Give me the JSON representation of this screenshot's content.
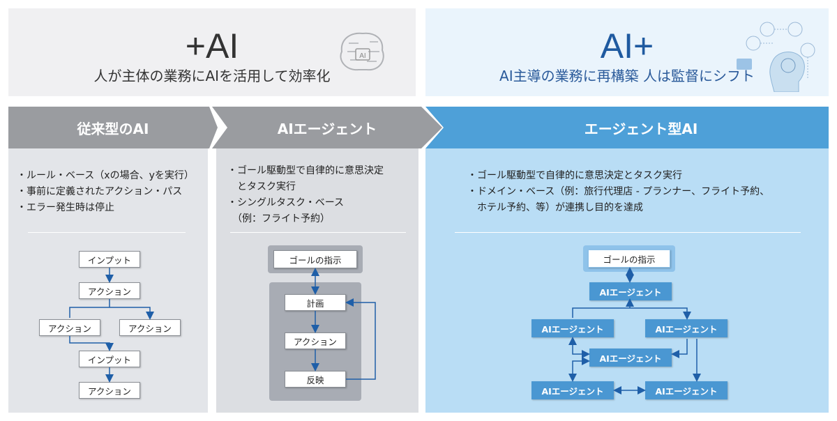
{
  "top_left": {
    "title": "+AI",
    "subtitle": "人が主体の業務にAIを活用して効率化",
    "icon": "brain-circuit-icon"
  },
  "top_right": {
    "title": "AI+",
    "subtitle": "AI主導の業務に再構築 人は監督にシフト",
    "icon": "human-head-ai-network-icon"
  },
  "columns": [
    {
      "header": "従来型のAI",
      "bullets": [
        "・ルール・ベース（xの場合、yを実行）",
        "・事前に定義されたアクション・パス",
        "・エラー発生時は停止"
      ],
      "flow": [
        "インプット",
        "アクション",
        "アクション",
        "アクション",
        "インプット",
        "アクション"
      ]
    },
    {
      "header": "AIエージェント",
      "bullets": [
        "・ゴール駆動型で自律的に意思決定",
        "　とタスク実行",
        "・シングルタスク・ベース",
        "　（例：フライト予約）"
      ],
      "flow": {
        "goal": "ゴールの指示",
        "steps": [
          "計画",
          "アクション",
          "反映"
        ]
      }
    },
    {
      "header": "エージェント型AI",
      "bullets": [
        "・ゴール駆動型で自律的に意思決定とタスク実行",
        "・ドメイン・ベース（例：旅行代理店 - プランナー、フライト予約、",
        "　ホテル予約、等）が連携し目的を達成"
      ],
      "flow": {
        "goal": "ゴールの指示",
        "agents": [
          "AIエージェント",
          "AIエージェント",
          "AIエージェント",
          "AIエージェント",
          "AIエージェント",
          "AIエージェント"
        ]
      }
    }
  ],
  "colors": {
    "gray_header": "#9a9ca0",
    "blue_header": "#4ea0d8",
    "blue_title": "#1f5aa0",
    "agent_box": "#4a97d2"
  }
}
